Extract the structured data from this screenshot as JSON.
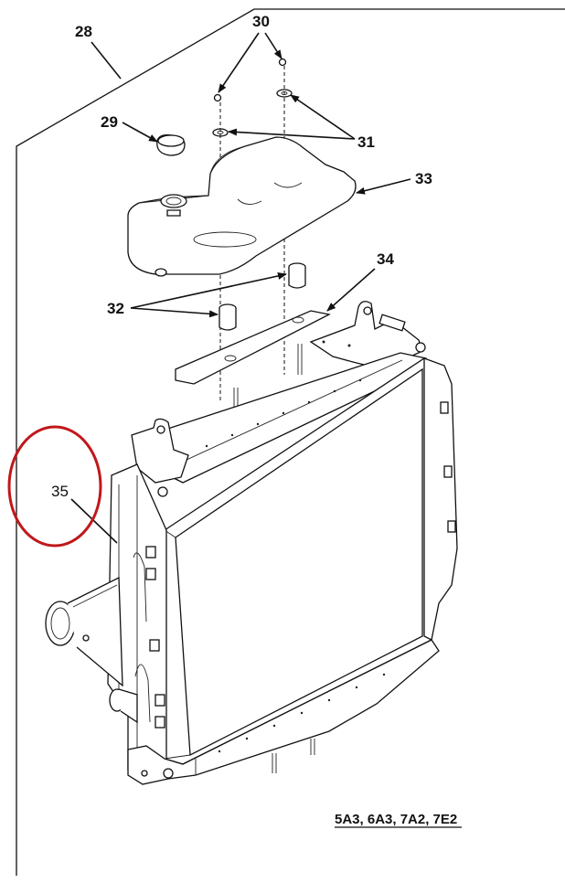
{
  "callouts": {
    "c28": "28",
    "c29": "29",
    "c30": "30",
    "c31": "31",
    "c32": "32",
    "c33": "33",
    "c34": "34",
    "c35": "35"
  },
  "model_codes": "5A3, 6A3, 7A2, 7E2",
  "highlight_color": "#c0181b"
}
